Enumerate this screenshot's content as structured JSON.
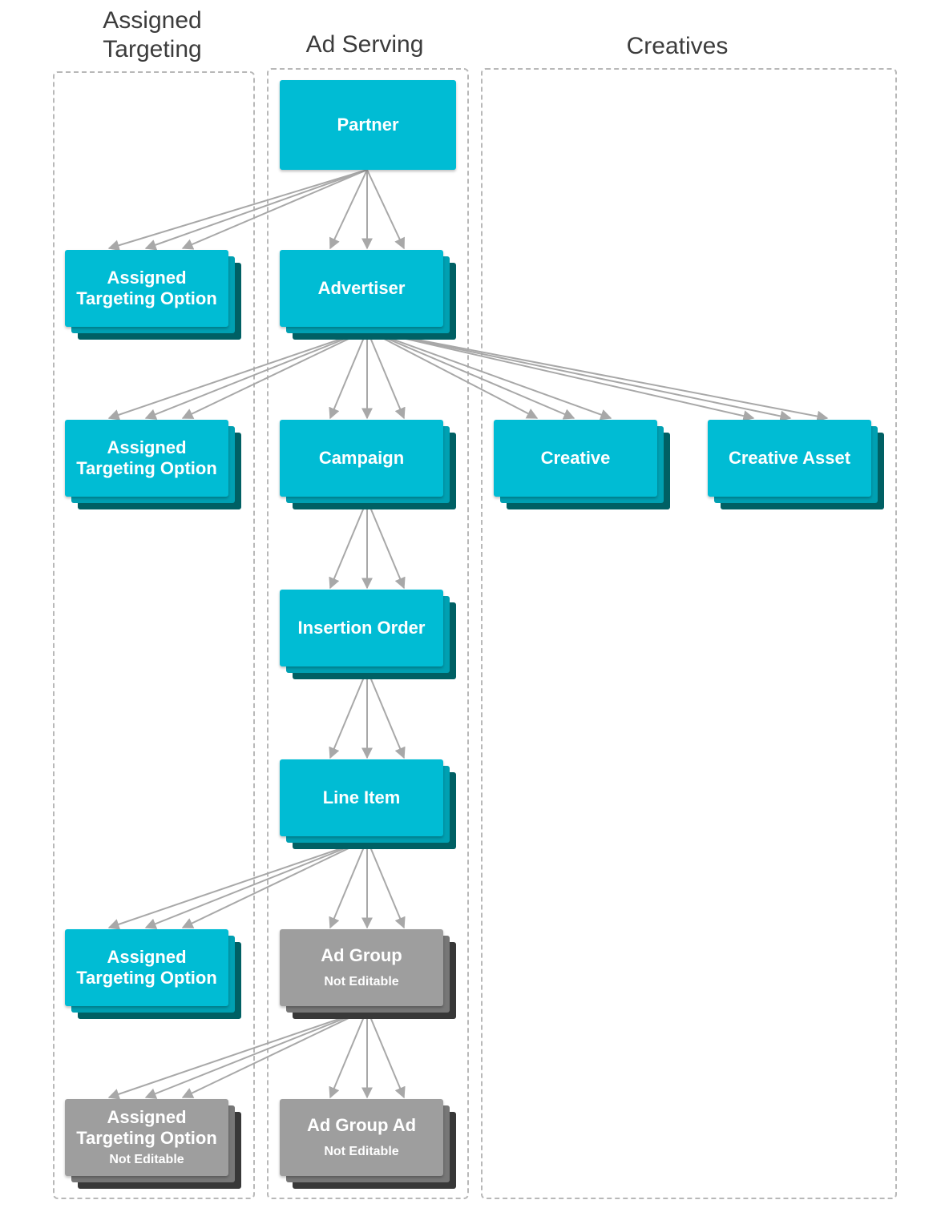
{
  "columns": {
    "assigned": "Assigned\nTargeting",
    "serving": "Ad Serving",
    "creatives": "Creatives"
  },
  "nodes": {
    "partner": {
      "label": "Partner"
    },
    "ato1": {
      "label": "Assigned Targeting Option"
    },
    "advertiser": {
      "label": "Advertiser"
    },
    "ato2": {
      "label": "Assigned Targeting Option"
    },
    "campaign": {
      "label": "Campaign"
    },
    "creative": {
      "label": "Creative"
    },
    "creative_asset": {
      "label": "Creative Asset"
    },
    "insertion_order": {
      "label": "Insertion Order"
    },
    "line_item": {
      "label": "Line Item"
    },
    "ato3": {
      "label": "Assigned Targeting Option"
    },
    "ad_group": {
      "label": "Ad Group",
      "note": "Not Editable"
    },
    "ato4": {
      "label": "Assigned Targeting Option",
      "note": "Not Editable"
    },
    "ad_group_ad": {
      "label": "Ad Group Ad",
      "note": "Not Editable"
    }
  },
  "colors": {
    "editable": "#00BCD4",
    "editable_shadow": "#006064",
    "not_editable": "#9E9E9E",
    "not_editable_shadow": "#383838",
    "edge": "#A8A8A8",
    "column_border": "#B8B8B8"
  },
  "edges": [
    {
      "from": "partner",
      "to": "ato1"
    },
    {
      "from": "partner",
      "to": "advertiser"
    },
    {
      "from": "advertiser",
      "to": "ato2"
    },
    {
      "from": "advertiser",
      "to": "campaign"
    },
    {
      "from": "advertiser",
      "to": "creative"
    },
    {
      "from": "advertiser",
      "to": "creative_asset"
    },
    {
      "from": "campaign",
      "to": "insertion_order"
    },
    {
      "from": "insertion_order",
      "to": "line_item"
    },
    {
      "from": "line_item",
      "to": "ato3"
    },
    {
      "from": "line_item",
      "to": "ad_group"
    },
    {
      "from": "ad_group",
      "to": "ato4"
    },
    {
      "from": "ad_group",
      "to": "ad_group_ad"
    }
  ]
}
